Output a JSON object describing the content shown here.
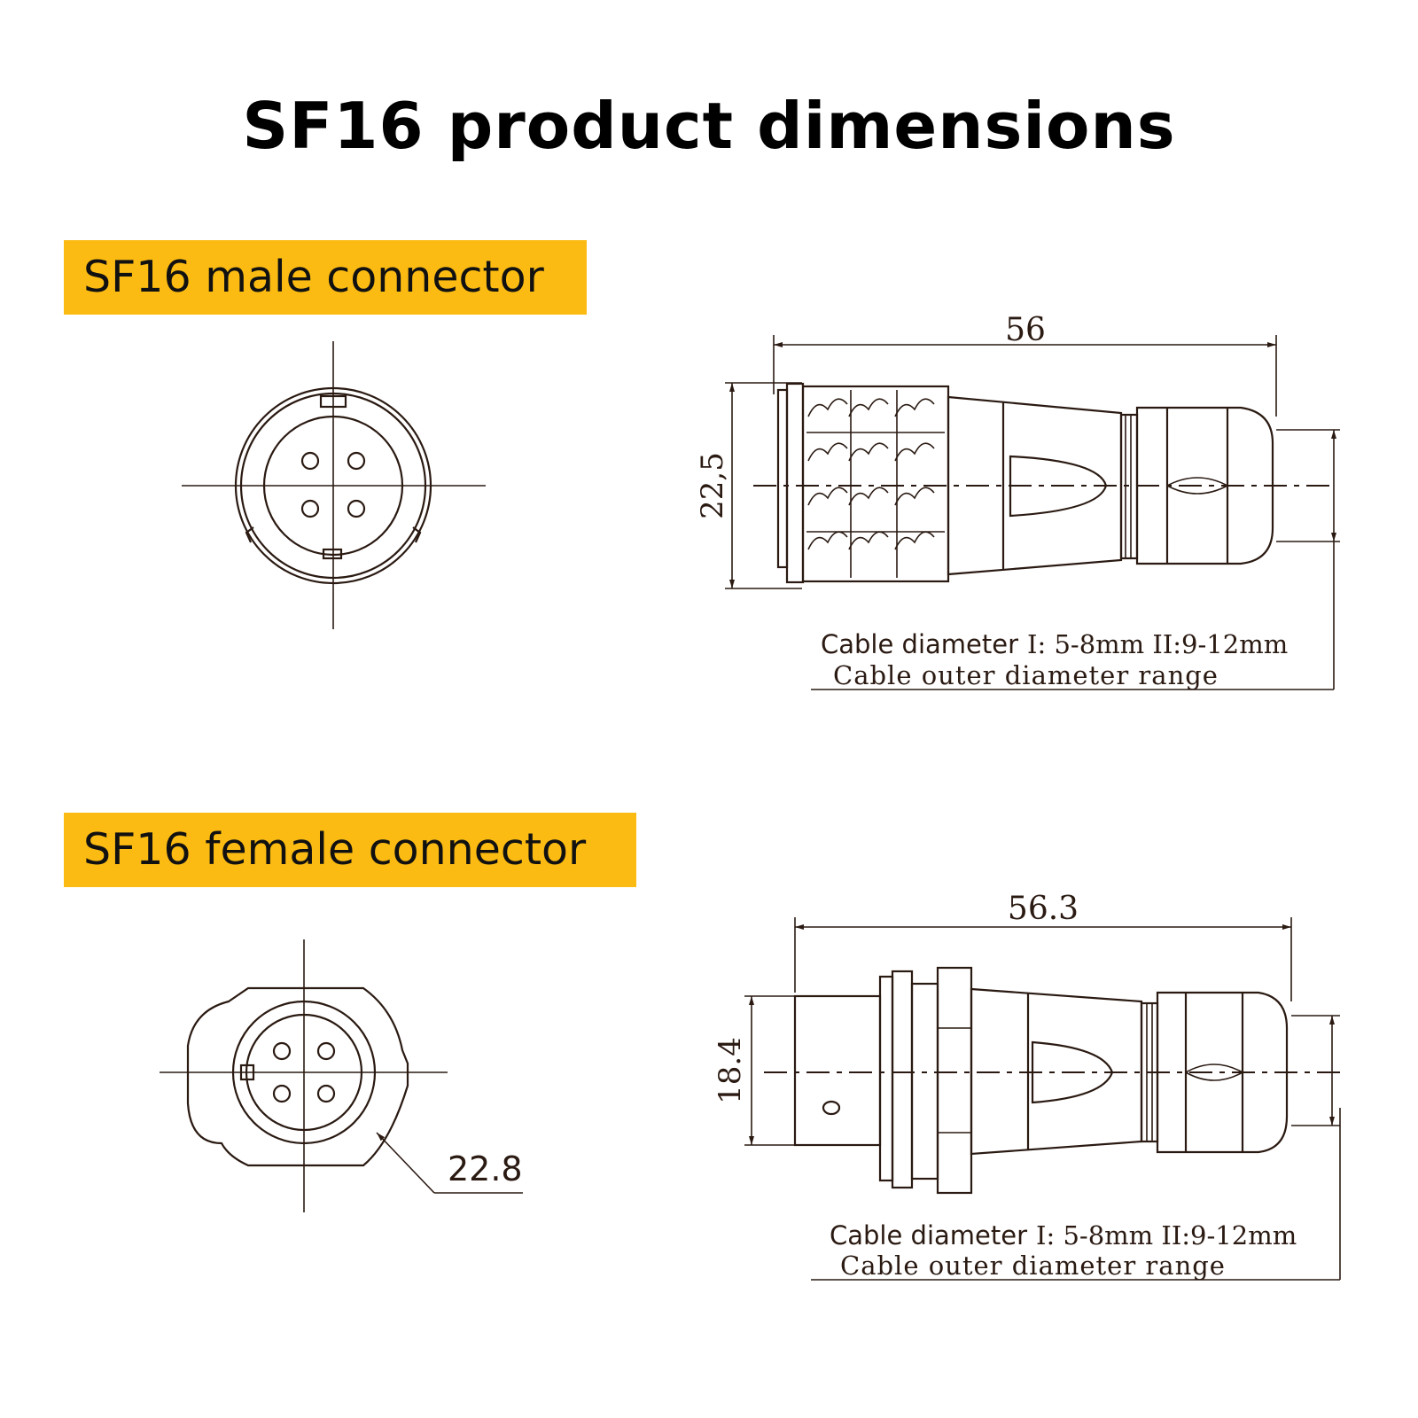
{
  "title": "SF16 product dimensions",
  "accent_color": "#fbbb12",
  "male": {
    "label": "SF16 male connector",
    "length": "56",
    "diameter": "22,5",
    "cable_note_prefix": "Cable diameter",
    "cable_note_values": "I: 5-8mm  II:9-12mm",
    "cable_range": "Cable outer diameter range"
  },
  "female": {
    "label": "SF16 female connector",
    "length": "56.3",
    "diameter": "18.4",
    "flange": "22.8",
    "cable_note_prefix": "Cable diameter",
    "cable_note_values": "I: 5-8mm  II:9-12mm",
    "cable_range": "Cable outer diameter range"
  }
}
